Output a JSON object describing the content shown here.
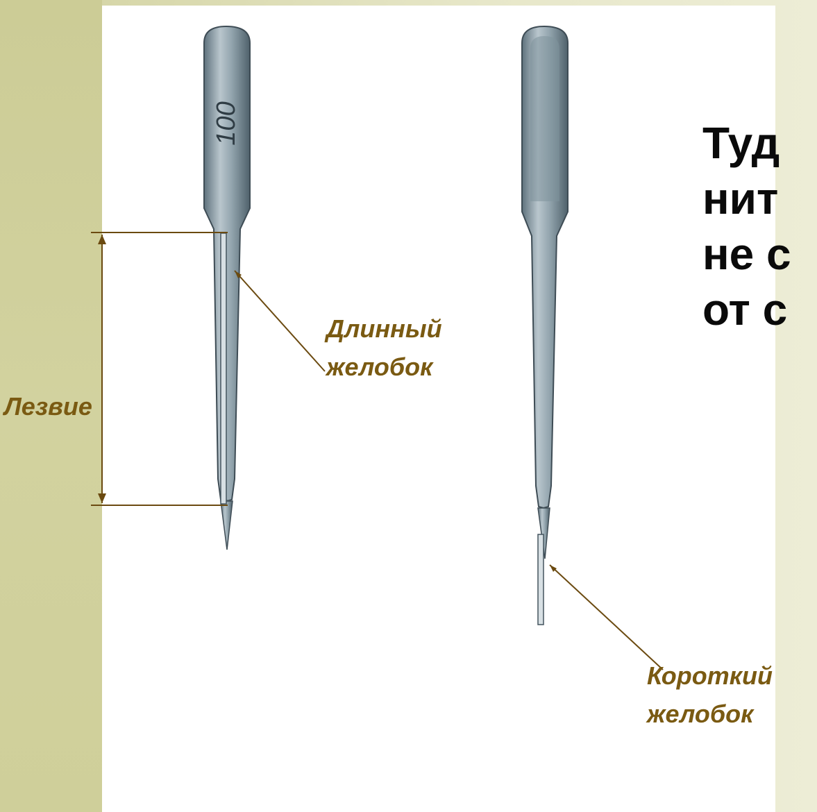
{
  "needle_1": {
    "size_marking": "100",
    "label_blade": "Лезвие",
    "label_long_groove": [
      "Длинный",
      "желобок"
    ]
  },
  "needle_2": {
    "label_short_groove": [
      "Короткий",
      "желобок"
    ]
  },
  "heading_lines": [
    "Туд",
    "нит",
    "не с",
    "от с"
  ],
  "colors": {
    "label": "#7a5a12",
    "leader_line": "#6b4a10",
    "needle_steel": "#8fa1ab",
    "background_strip": "#cfcf9b"
  }
}
